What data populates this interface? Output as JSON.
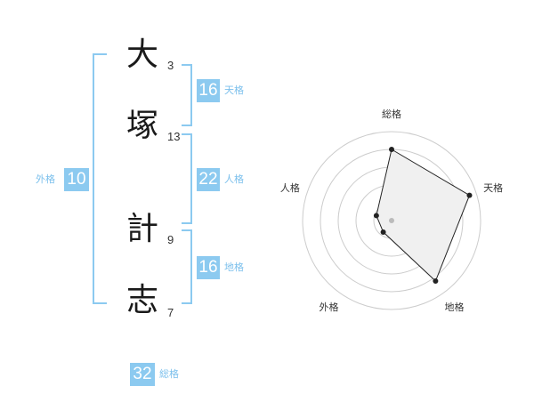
{
  "name": {
    "chars": [
      {
        "kanji": "大",
        "strokes": "3"
      },
      {
        "kanji": "塚",
        "strokes": "13"
      },
      {
        "kanji": "計",
        "strokes": "9"
      },
      {
        "kanji": "志",
        "strokes": "7"
      }
    ]
  },
  "fortune": {
    "tenkaku": {
      "value": "16",
      "label": "天格"
    },
    "jinkaku": {
      "value": "22",
      "label": "人格"
    },
    "chikaku": {
      "value": "16",
      "label": "地格"
    },
    "gaikaku": {
      "value": "10",
      "label": "外格"
    },
    "soukaku": {
      "value": "32",
      "label": "総格"
    }
  },
  "chart_data": {
    "type": "radar",
    "axes": [
      "総格",
      "天格",
      "地格",
      "外格",
      "人格"
    ],
    "values": [
      4.0,
      4.6,
      4.2,
      0.8,
      0.9
    ],
    "rmax": 5,
    "rings": 5,
    "colors": {
      "fill": "#f0f0f0",
      "line": "#222222",
      "ring": "#cccccc",
      "center": "#bbbbbb"
    }
  }
}
